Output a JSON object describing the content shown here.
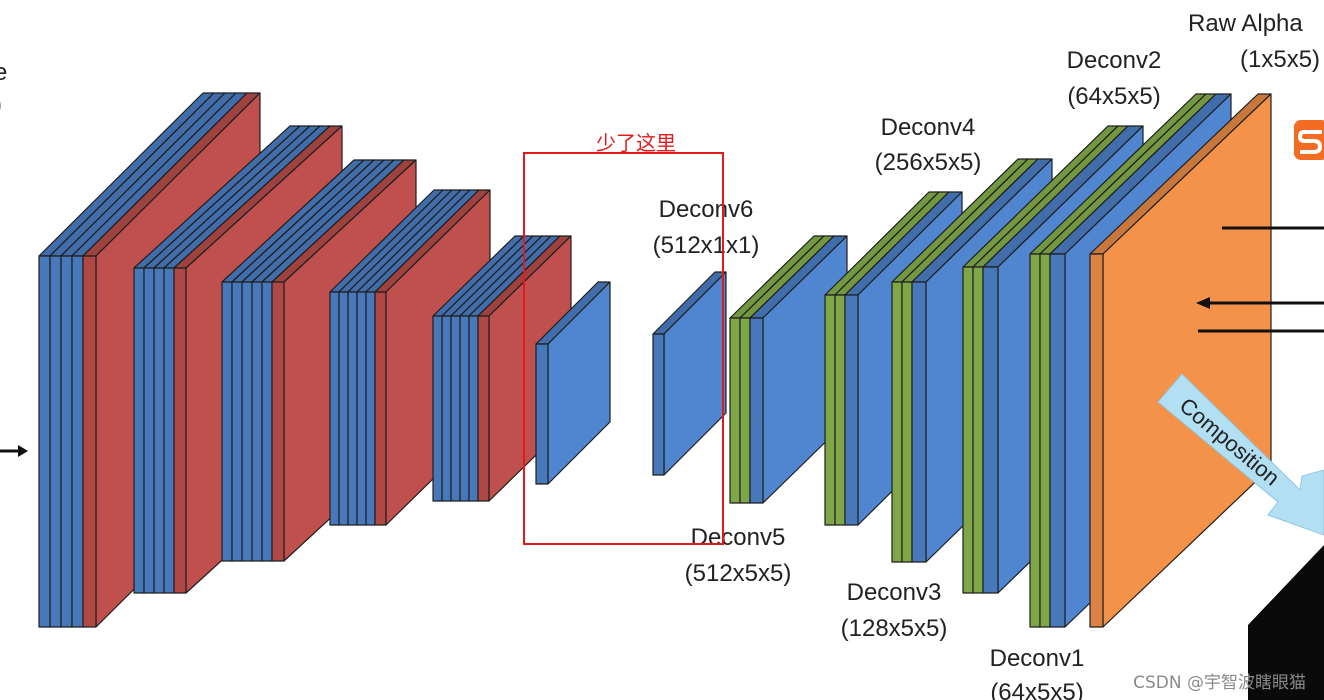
{
  "colors": {
    "conv_blue": "#4f86cf",
    "pool_red": "#c0504d",
    "deconv_green": "#8db94f",
    "alpha_orange": "#f4924a",
    "composition_arrow": "#b3dff2",
    "annotation_red": "#e31a1c",
    "text": "#222222"
  },
  "labels": {
    "left_edge_line1": "e",
    "left_edge_line2": ")",
    "deconv6_name": "Deconv6",
    "deconv6_dims": "(512x1x1)",
    "deconv5_name": "Deconv5",
    "deconv5_dims": "(512x5x5)",
    "deconv4_name": "Deconv4",
    "deconv4_dims": "(256x5x5)",
    "deconv3_name": "Deconv3",
    "deconv3_dims": "(128x5x5)",
    "deconv2_name": "Deconv2",
    "deconv2_dims": "(64x5x5)",
    "deconv1_name": "Deconv1",
    "deconv1_dims": "(64x5x5)",
    "raw_alpha_name": "Raw Alpha",
    "raw_alpha_dims": "(1x5x5)",
    "composition": "Composition",
    "annotation_note": "少了这里",
    "watermark": "CSDN @宇智波瞎眼猫"
  }
}
